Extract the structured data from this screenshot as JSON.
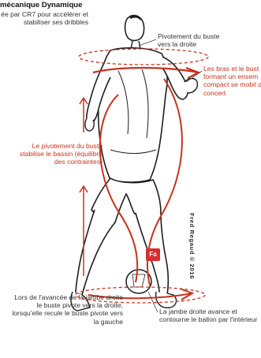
{
  "header": {
    "title": "mécanique Dynamique",
    "subtitle": "ée par CR7 pour accélérer et stabiliser ses dribbles"
  },
  "annotations": {
    "buste": "Pivotement du buste vers la droite",
    "bras": "Les bras et le bust formant un ensem compact se mobil de concert",
    "pivot": "Le pivotement du buste stabilise le bassin (équilibre des contraintes)",
    "jambe_gauche": "Lors de l'avancée de la jambe droite le buste pivote vers la droite, lorsqu'elle recule le buste pivote vers la gauche",
    "jambe_droite": "La jambe droite avance et contourne le ballon par l'intérieur"
  },
  "credit": "Fred Regaud © 2016",
  "logo": "Fa",
  "colors": {
    "accent": "#c8321e",
    "text": "#222222",
    "figure": "#1e1e1e"
  }
}
